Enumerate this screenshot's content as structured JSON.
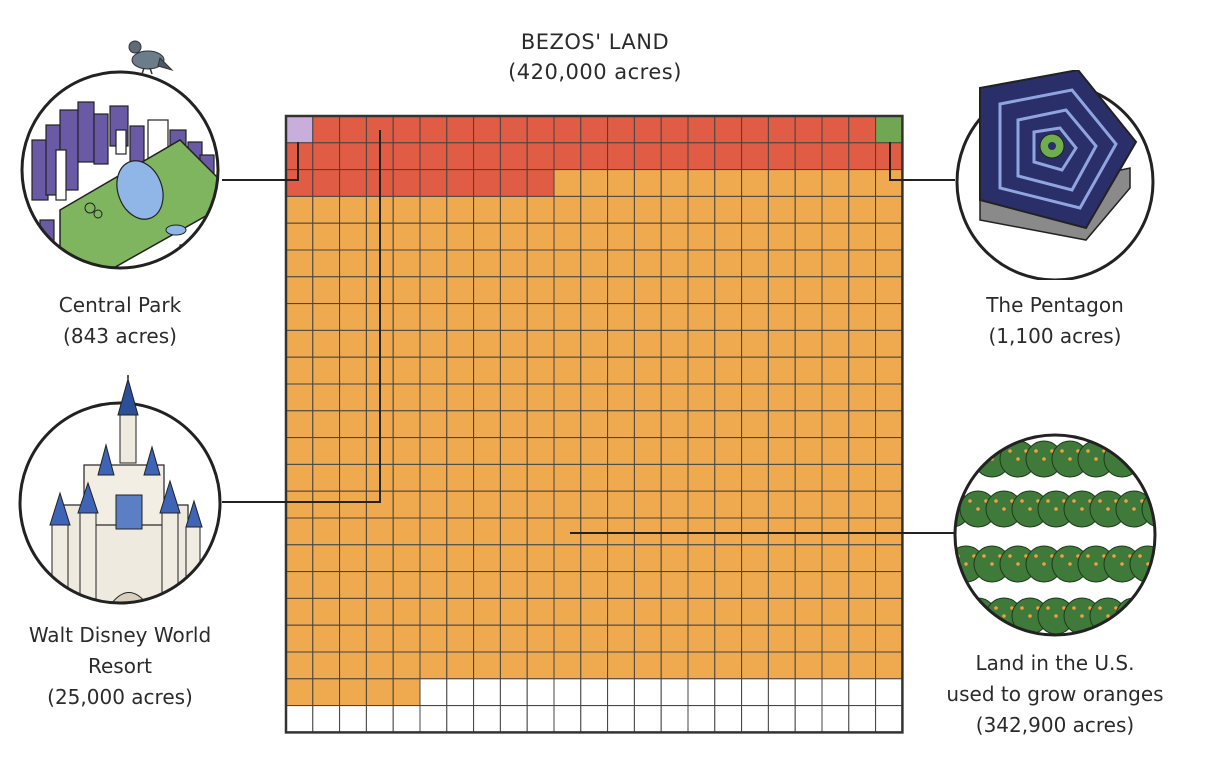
{
  "title": {
    "main": "BEZOS' LAND",
    "sub": "(420,000 acres)"
  },
  "grid": {
    "columns": 23,
    "rows": 23,
    "colors": {
      "central_park": "#c9aedb",
      "walt_disney_world": "#e05c45",
      "pentagon": "#71a752",
      "oranges": "#efaa4f",
      "remaining": "#ffffff",
      "grid_line": "#444444"
    }
  },
  "callouts": {
    "central_park": {
      "name": "Central Park",
      "acres": "(843 acres)",
      "icon": "central-park-icon"
    },
    "pentagon": {
      "name": "The Pentagon",
      "acres": "(1,100 acres)",
      "icon": "pentagon-icon"
    },
    "walt_disney_world": {
      "name_line1": "Walt Disney World",
      "name_line2": "Resort",
      "acres": "(25,000 acres)",
      "icon": "castle-icon"
    },
    "oranges": {
      "name_line1": "Land in the U.S.",
      "name_line2": "used to grow oranges",
      "acres": "(342,900 acres)",
      "icon": "orange-grove-icon"
    }
  }
}
